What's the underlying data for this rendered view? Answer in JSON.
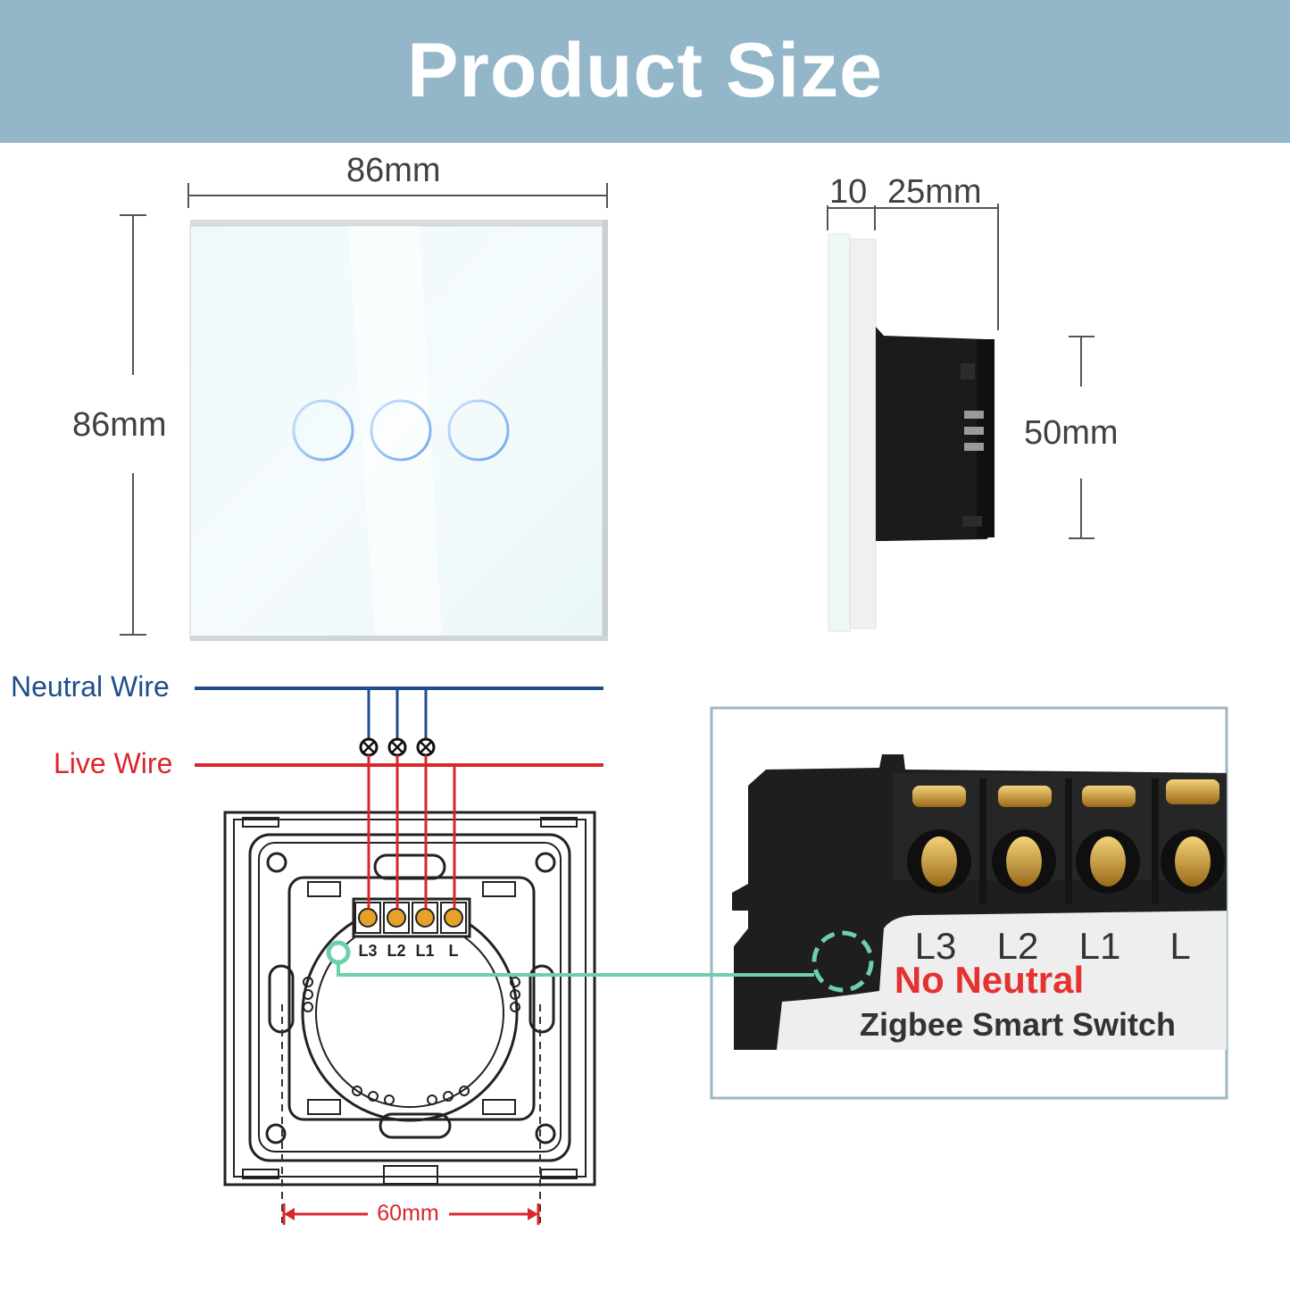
{
  "header": {
    "title": "Product Size"
  },
  "dimensions": {
    "front_width": "86mm",
    "front_height": "86mm",
    "side_glass": "10",
    "side_depth": "25mm",
    "side_box_height": "50mm",
    "hole_spacing": "60mm"
  },
  "wiring": {
    "neutral_label": "Neutral Wire",
    "live_label": "Live Wire",
    "terminals": [
      "L3",
      "L2",
      "L1",
      "L"
    ]
  },
  "detail": {
    "terminals": [
      "L3",
      "L2",
      "L1",
      "L"
    ],
    "no_neutral": "No Neutral",
    "product_name": "Zigbee Smart Switch"
  },
  "colors": {
    "banner": "#93b6c9",
    "neutral_wire": "#1f4e8c",
    "live_wire": "#d9262c",
    "highlight": "#6fcfa8"
  }
}
